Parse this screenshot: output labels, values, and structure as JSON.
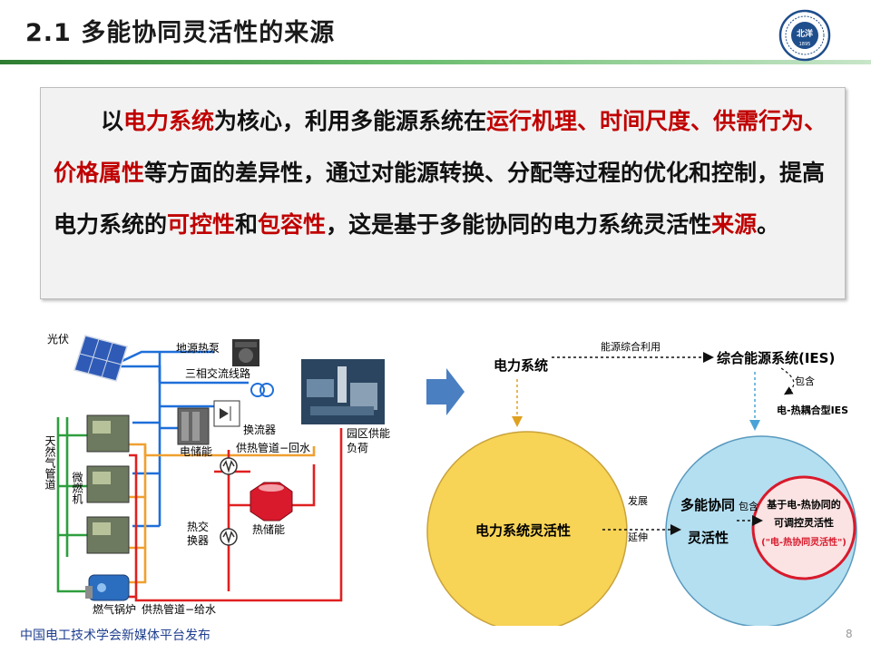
{
  "slide": {
    "title": "2.1 多能协同灵活性的来源",
    "footer": "中国电工技术学会新媒体平台发布",
    "page_number": "8",
    "accent_colors": {
      "title_bar": "#2e7d32",
      "highlight": "#c00000",
      "circle_left": "#f7d356",
      "circle_right": "#b4dff0"
    }
  },
  "logo": {
    "icon": "university-seal-icon",
    "glyph": "北洋",
    "year": "1895"
  },
  "summary": {
    "s1": "以",
    "s2": "电力系统",
    "s3": "为核心，利用多能源系统在",
    "s4": "运行机理、时间尺度、供需行为、价格属性",
    "s5": "等方面的差异性，通过对能源转换、分配等过程的优化和控制，提高电力系统的",
    "s6": "可控性",
    "s7": "和",
    "s8": "包容性",
    "s9": "，这是基于多能协同的电力系统灵活性",
    "s10": "来源",
    "s11": "。"
  },
  "system_diagram": {
    "pv": "光伏",
    "ground_source_heat_pump": "地源热泵",
    "three_phase_line": "三相交流线路",
    "converter": "换流器",
    "electric_storage": "电储能",
    "heating_return": "供热管道−回水",
    "park_load": "园区供能负荷",
    "gas_pipeline": "天然气管道",
    "micro_turbine": "微燃机",
    "heat_exchanger": "热交换器",
    "thermal_storage": "热储能",
    "gas_boiler": "燃气锅炉",
    "heating_supply": "供热管道−给水",
    "line_colors": {
      "power": "#1e6fd9",
      "heat_supply": "#e02020",
      "gas": "#2e9e3e",
      "heat_return": "#f0a030"
    }
  },
  "concept_diagram": {
    "power_system": "电力系统",
    "multi_energy_use": "能源综合利用",
    "ies": "综合能源系统(IES)",
    "contains_1": "包含",
    "eh_coupled_ies": "电-热耦合型IES",
    "flex_power": "电力系统灵活性",
    "develop": "发展",
    "extend": "延伸",
    "multi_flex_l1": "多能协同",
    "multi_flex_l2": "灵活性",
    "contains_2": "包含",
    "eh_l1": "基于电-热协同的",
    "eh_l2": "可调控灵活性",
    "eh_l3": "(\"电-热协同灵活性\")"
  }
}
